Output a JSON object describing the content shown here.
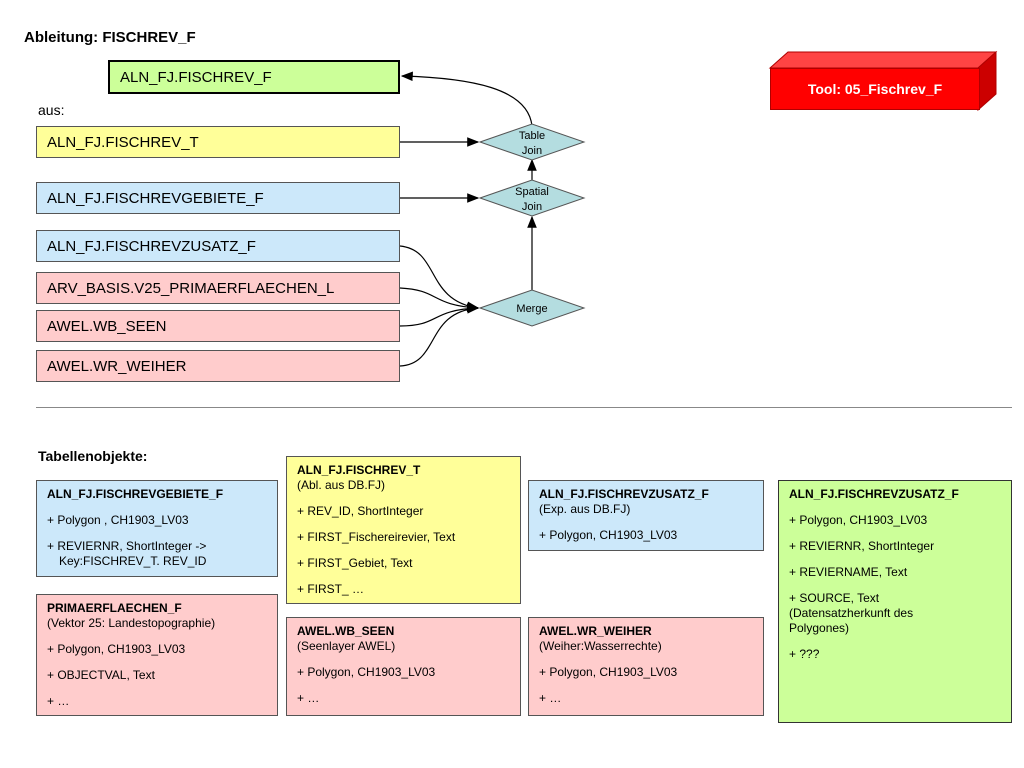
{
  "title": "Ableitung: FISCHREV_F",
  "aus_label": "aus:",
  "tool_label": "Tool: 05_Fischrev_F",
  "output_node": "ALN_FJ.FISCHREV_F",
  "input_nodes": {
    "fischrev_t": "ALN_FJ.FISCHREV_T",
    "fischrevgebiete_f": "ALN_FJ.FISCHREVGEBIETE_F",
    "fischrevzusatz_f": "ALN_FJ.FISCHREVZUSATZ_F",
    "primaerflaechen": "ARV_BASIS.V25_PRIMAERFLAECHEN_L",
    "wb_seen": "AWEL.WB_SEEN",
    "wr_weiher": "AWEL.WR_WEIHER"
  },
  "operations": {
    "table_join": [
      "Table",
      "Join"
    ],
    "spatial_join": [
      "Spatial",
      "Join"
    ],
    "merge": "Merge"
  },
  "section_label": "Tabellenobjekte:",
  "cards": {
    "fischrevgebiete": {
      "title": "ALN_FJ.FISCHREVGEBIETE_F",
      "lines": [
        "+ Polygon , CH1903_LV03",
        "+ REVIERNR, ShortInteger ->",
        "Key:FISCHREV_T. REV_ID"
      ]
    },
    "primaerflaechen": {
      "title": "PRIMAERFLAECHEN_F",
      "subtitle": "(Vektor 25: Landestopographie)",
      "lines": [
        "+ Polygon, CH1903_LV03",
        "+ OBJECTVAL, Text",
        "+ …"
      ]
    },
    "fischrev_t": {
      "title": "ALN_FJ.FISCHREV_T",
      "subtitle": "(Abl. aus DB.FJ)",
      "lines": [
        "+ REV_ID, ShortInteger",
        "+ FIRST_Fischereirevier, Text",
        "+ FIRST_Gebiet, Text",
        "+ FIRST_ …"
      ]
    },
    "wb_seen": {
      "title": "AWEL.WB_SEEN",
      "subtitle": "(Seenlayer AWEL)",
      "lines": [
        "+ Polygon, CH1903_LV03",
        "+ …"
      ]
    },
    "fischrevzusatz_blue": {
      "title": "ALN_FJ.FISCHREVZUSATZ_F",
      "subtitle": "(Exp. aus DB.FJ)",
      "lines": [
        "+ Polygon, CH1903_LV03"
      ]
    },
    "wr_weiher": {
      "title": "AWEL.WR_WEIHER",
      "subtitle": "(Weiher:Wasserrechte)",
      "lines": [
        "+ Polygon, CH1903_LV03",
        "+ …"
      ]
    },
    "fischrevzusatz_green": {
      "title": "ALN_FJ.FISCHREVZUSATZ_F",
      "lines": [
        "+ Polygon, CH1903_LV03",
        "+ REVIERNR, ShortInteger",
        "+ REVIERNAME, Text",
        "+ SOURCE, Text",
        "(Datensatzherkunft des",
        "Polygones)",
        "+ ???"
      ]
    }
  },
  "colors": {
    "output": "#ccff99",
    "input_yellow": "#ffff99",
    "input_blue": "#cce8fa",
    "input_pink": "#ffcccc",
    "operation": "#b4dde0",
    "tool": "#ff0000"
  }
}
